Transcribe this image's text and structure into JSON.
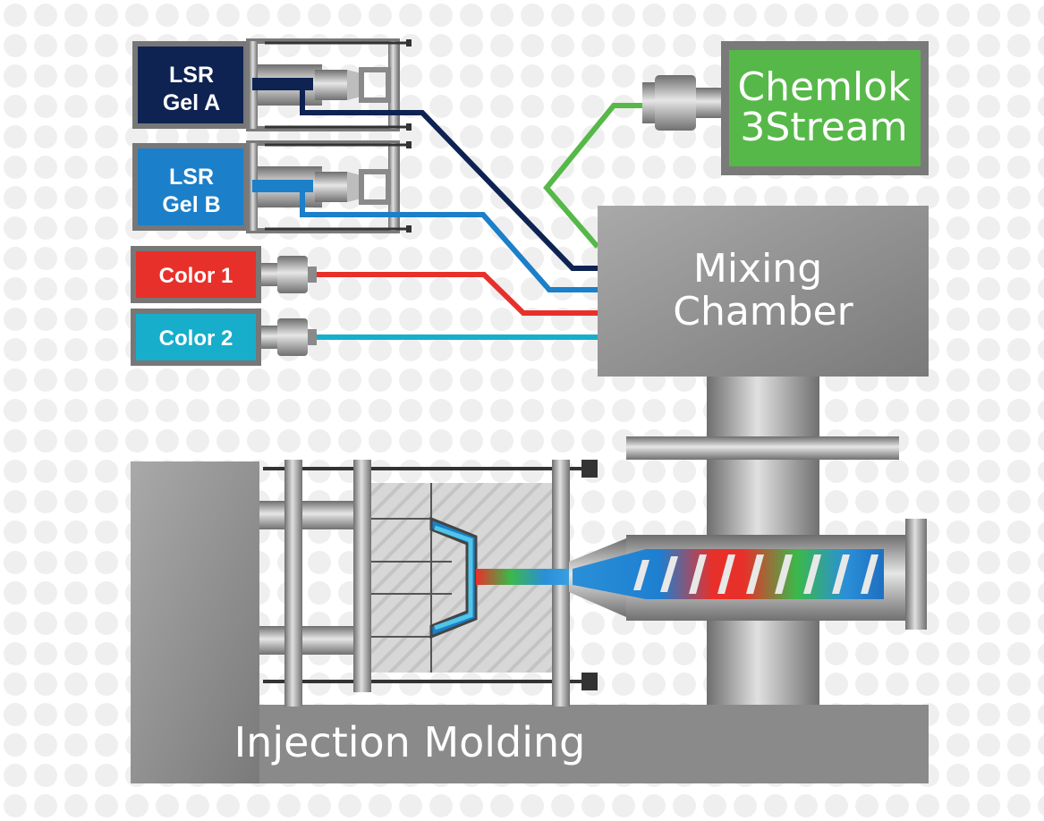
{
  "labels": {
    "lsr_gel_a": [
      "LSR",
      "Gel A"
    ],
    "lsr_gel_b": [
      "LSR",
      "Gel B"
    ],
    "color_1": "Color 1",
    "color_2": "Color 2",
    "chemlok": [
      "Chemlok",
      "3Stream"
    ],
    "mixing_chamber": [
      "Mixing",
      "Chamber"
    ],
    "injection_molding": "Injection Molding"
  },
  "colors": {
    "gel_a": "#0e2352",
    "gel_b": "#1b7fc9",
    "color_1": "#e8302a",
    "color_2": "#17aecb",
    "chemlok": "#56b848",
    "machine_gray": "#8c8c8c"
  }
}
